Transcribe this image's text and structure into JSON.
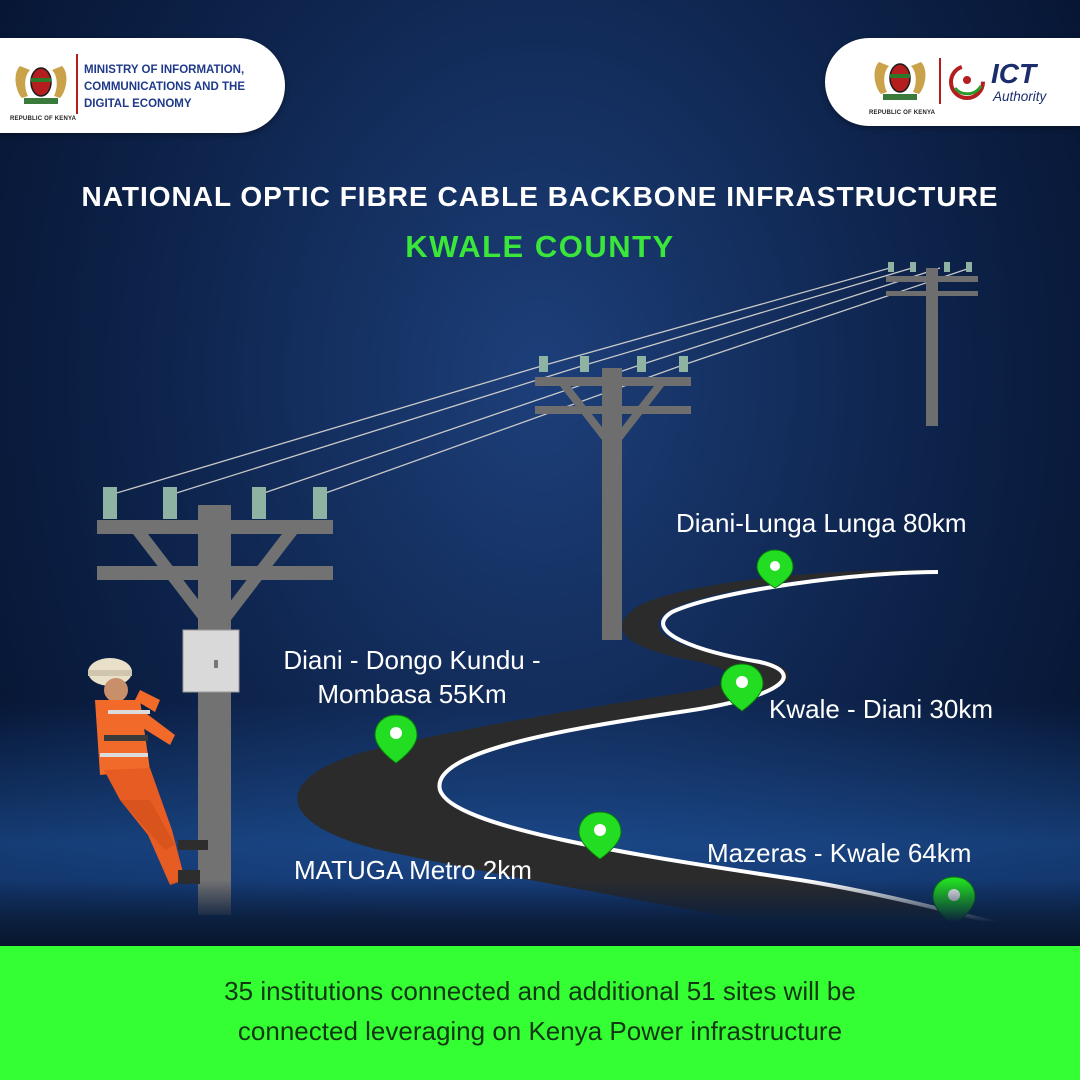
{
  "header": {
    "left_logo": {
      "seal_caption": "REPUBLIC OF KENYA",
      "ministry_lines": [
        "MINISTRY OF INFORMATION,",
        "COMMUNICATIONS AND THE",
        "DIGITAL ECONOMY"
      ]
    },
    "right_logo": {
      "seal_caption": "REPUBLIC OF KENYA",
      "ict_word": "ICT",
      "ict_sub": "Authority"
    }
  },
  "titles": {
    "main": "NATIONAL OPTIC FIBRE CABLE BACKBONE INFRASTRUCTURE",
    "county": "KWALE COUNTY"
  },
  "routes": [
    {
      "lines": [
        "Diani-Lunga Lunga  80km"
      ]
    },
    {
      "lines": [
        "Diani - Dongo Kundu -",
        "Mombasa  55Km"
      ]
    },
    {
      "lines": [
        "Kwale - Diani  30km"
      ]
    },
    {
      "lines": [
        "Mazeras - Kwale 64km"
      ]
    },
    {
      "lines": [
        "MATUGA Metro 2km"
      ]
    }
  ],
  "footer": {
    "lines": [
      "35 institutions connected  and additional 51 sites will be",
      "connected leveraging on Kenya Power infrastructure"
    ]
  },
  "colors": {
    "accent_green": "#39e639",
    "banner_green": "#33ff33",
    "pin_green": "#22dd22",
    "pole_gray": "#6e6e6e",
    "road_dark": "#2b2b2b",
    "worker_orange": "#f26a2a"
  }
}
